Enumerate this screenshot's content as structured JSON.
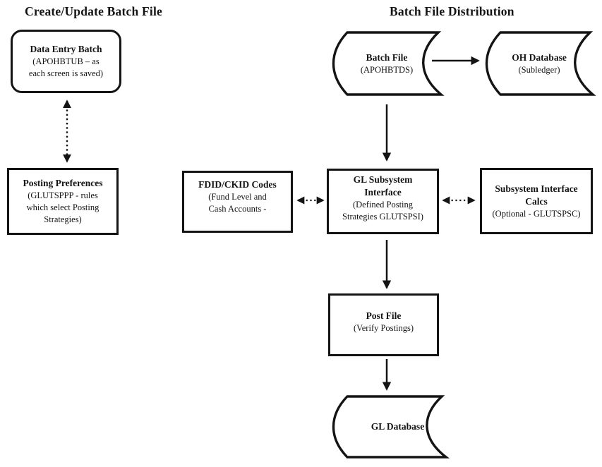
{
  "headings": {
    "left": "Create/Update Batch File",
    "right": "Batch File Distribution"
  },
  "nodes": {
    "data_entry_batch": {
      "shape": "rounded-rectangle",
      "title": "Data Entry Batch",
      "sub1": "(APOHBTUB – as",
      "sub2": "each screen is saved)"
    },
    "posting_preferences": {
      "shape": "rectangle",
      "title": "Posting Preferences",
      "sub1": "(GLUTSPPP - rules",
      "sub2": "which select Posting",
      "sub3": "Strategies)"
    },
    "batch_file": {
      "shape": "stored-data",
      "title": "Batch File",
      "sub1": "(APOHBTDS)"
    },
    "oh_database": {
      "shape": "stored-data",
      "title": "OH Database",
      "sub1": "(Subledger)"
    },
    "fdid_ckid_codes": {
      "shape": "rectangle",
      "title": "FDID/CKID Codes",
      "sub1": "(Fund Level and",
      "sub2": "Cash Accounts -"
    },
    "gl_subsystem_interface": {
      "shape": "rectangle",
      "title1": "GL Subsystem",
      "title2": "Interface",
      "sub1": "(Defined Posting",
      "sub2": "Strategies GLUTSPSI)"
    },
    "subsystem_interface_calcs": {
      "shape": "rectangle",
      "title1": "Subsystem Interface",
      "title2": "Calcs",
      "sub1": "(Optional - GLUTSPSC)"
    },
    "post_file": {
      "shape": "rectangle",
      "title": "Post File",
      "sub1": "(Verify Postings)"
    },
    "gl_database": {
      "shape": "stored-data",
      "title": "GL Database"
    }
  },
  "connectors": [
    {
      "from": "data-entry-batch",
      "to": "posting-preferences",
      "style": "dotted",
      "direction": "both"
    },
    {
      "from": "batch-file",
      "to": "oh-database",
      "style": "solid",
      "direction": "forward"
    },
    {
      "from": "batch-file",
      "to": "gl-subsystem-interface",
      "style": "solid",
      "direction": "forward"
    },
    {
      "from": "fdid-ckid-codes",
      "to": "gl-subsystem-interface",
      "style": "dotted",
      "direction": "both"
    },
    {
      "from": "gl-subsystem-interface",
      "to": "subsystem-interface-calcs",
      "style": "dotted",
      "direction": "both"
    },
    {
      "from": "gl-subsystem-interface",
      "to": "post-file",
      "style": "solid",
      "direction": "forward"
    },
    {
      "from": "post-file",
      "to": "gl-database",
      "style": "solid",
      "direction": "forward"
    }
  ],
  "colors": {
    "ink": "#141414",
    "background": "#ffffff"
  }
}
